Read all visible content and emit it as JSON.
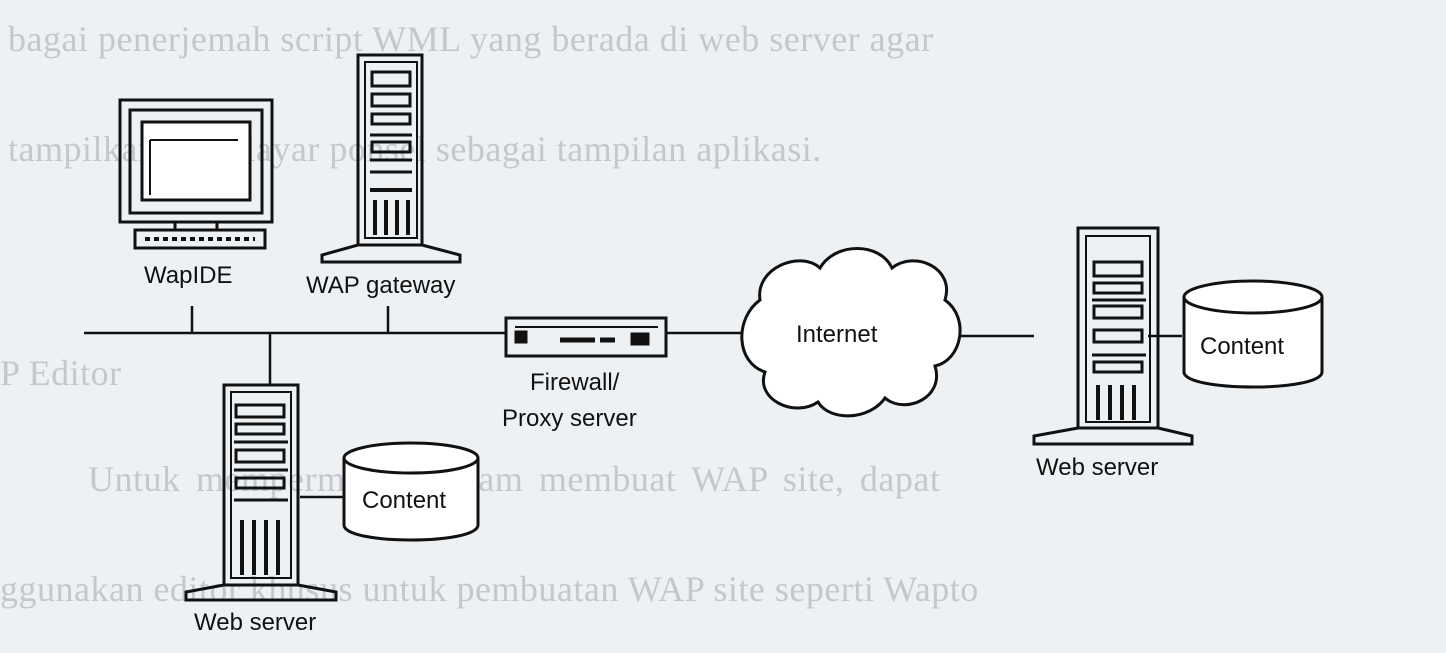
{
  "background_text": {
    "line1": "bagai penerjemah script WML yang berada di web server agar",
    "line2": "tampilkan pada layar ponsel sebagai tampilan aplikasi.",
    "line3": "P Editor",
    "line4": "Untuk mempermudah   dalam   membuat   WAP site,   dapat",
    "line5": "ggunakan editor khusus untuk pembuatan WAP site seperti Wapto"
  },
  "nodes": {
    "wapide": "WapIDE",
    "wap_gateway": "WAP gateway",
    "firewall_line1": "Firewall/",
    "firewall_line2": "Proxy server",
    "internet": "Internet",
    "web_server_left": "Web server",
    "web_server_right": "Web server",
    "content_left": "Content",
    "content_right": "Content"
  }
}
